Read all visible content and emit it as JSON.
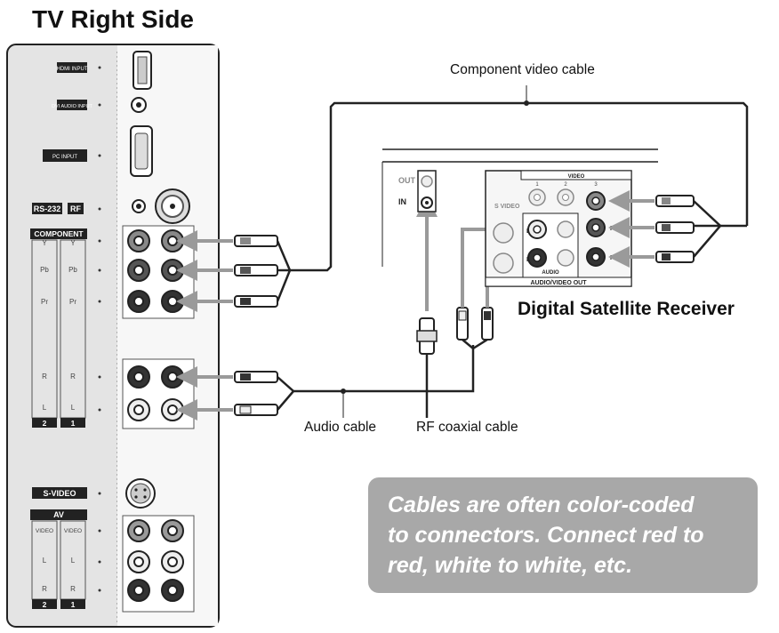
{
  "tv": {
    "title": "TV Right Side",
    "labels": {
      "hdmi": "HDMI INPUT",
      "dvi_audio": "DVI AUDIO INPUT",
      "pc": "PC INPUT",
      "rs232": "RS-232",
      "rf": "RF",
      "component": "COMPONENT",
      "y": "Y",
      "pb": "Pb",
      "pr": "Pr",
      "r": "R",
      "l": "L",
      "svideo": "S-VIDEO",
      "av": "AV",
      "video": "VIDEO",
      "num2": "2",
      "num1": "1"
    }
  },
  "callouts": {
    "component_cable": "Component video cable",
    "audio_cable": "Audio cable",
    "rf_cable": "RF coaxial cable"
  },
  "receiver": {
    "name": "Digital Satellite Receiver",
    "out": "OUT",
    "in": "IN",
    "video": "VIDEO",
    "audio": "AUDIO",
    "audio_video_out": "AUDIO/VIDEO OUT",
    "svideo": "S VIDEO",
    "y": "Y",
    "pb": "Pb",
    "pr": "Pr",
    "l": "L",
    "r": "R",
    "c1": "1",
    "c2": "2",
    "c3": "3"
  },
  "note": {
    "text": "Cables are often color-coded\nto connectors. Connect red to\nred, white to white, etc."
  },
  "colors": {
    "panel": "#e4e4e4",
    "outline": "#222222",
    "arrow": "#9a9a9a",
    "note_bg": "#a8a8a8",
    "note_text": "#ffffff"
  }
}
